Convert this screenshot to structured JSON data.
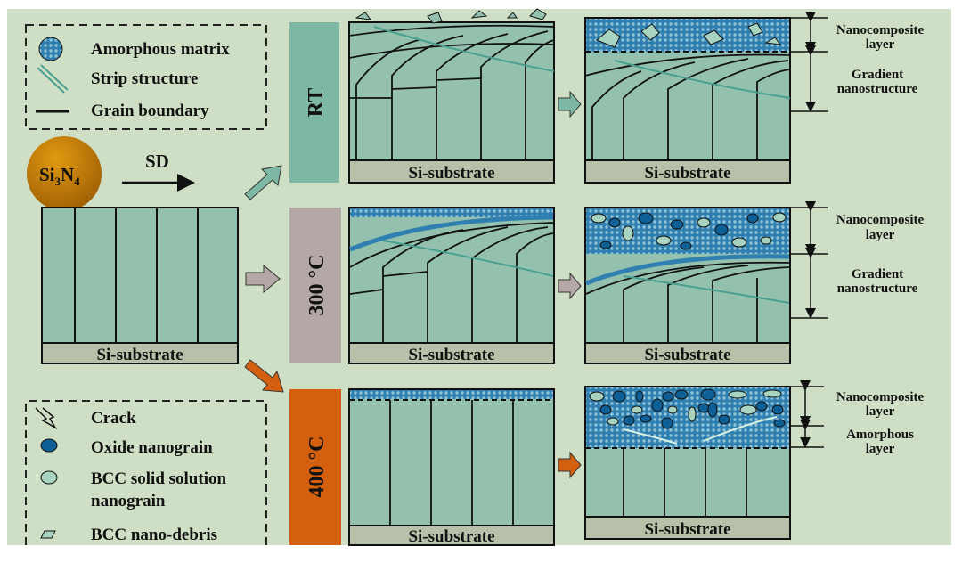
{
  "colors": {
    "background": "#cfdfc5",
    "grain": "#93c1ae",
    "substrate": "#b7c0a8",
    "rt": "#7db8a5",
    "t300": "#b3a8a6",
    "t400": "#d4600f",
    "matrix": "#2f7fb0",
    "oxide": "#0e5f96",
    "bcc": "#a7d3c0"
  },
  "legend_top": {
    "items": [
      {
        "icon": "amorphous-matrix-icon",
        "label": "Amorphous matrix"
      },
      {
        "icon": "strip-structure-icon",
        "label": "Strip structure"
      },
      {
        "icon": "grain-boundary-icon",
        "label": "Grain boundary"
      }
    ]
  },
  "ball": {
    "label_main": "Si",
    "label_sub1": "3",
    "label_n": "N",
    "label_sub2": "4"
  },
  "sd_label": "SD",
  "substrate_label": "Si-substrate",
  "conditions": [
    {
      "label": "RT"
    },
    {
      "label": "300 °C"
    },
    {
      "label": "400 °C"
    }
  ],
  "annotations": {
    "nanocomposite": [
      "Nanocomposite",
      "layer"
    ],
    "gradient": [
      "Gradient",
      "nanostructure"
    ],
    "amorphous": [
      "Amorphous",
      "layer"
    ]
  },
  "legend_bottom": {
    "items": [
      {
        "icon": "crack-icon",
        "label": "Crack"
      },
      {
        "icon": "oxide-nanograin-icon",
        "label": "Oxide nanograin"
      },
      {
        "icon": "bcc-nanograin-icon",
        "label": "BCC solid solution",
        "label2": "nanograin"
      },
      {
        "icon": "debris-icon",
        "label": "BCC nano-debris"
      }
    ]
  }
}
